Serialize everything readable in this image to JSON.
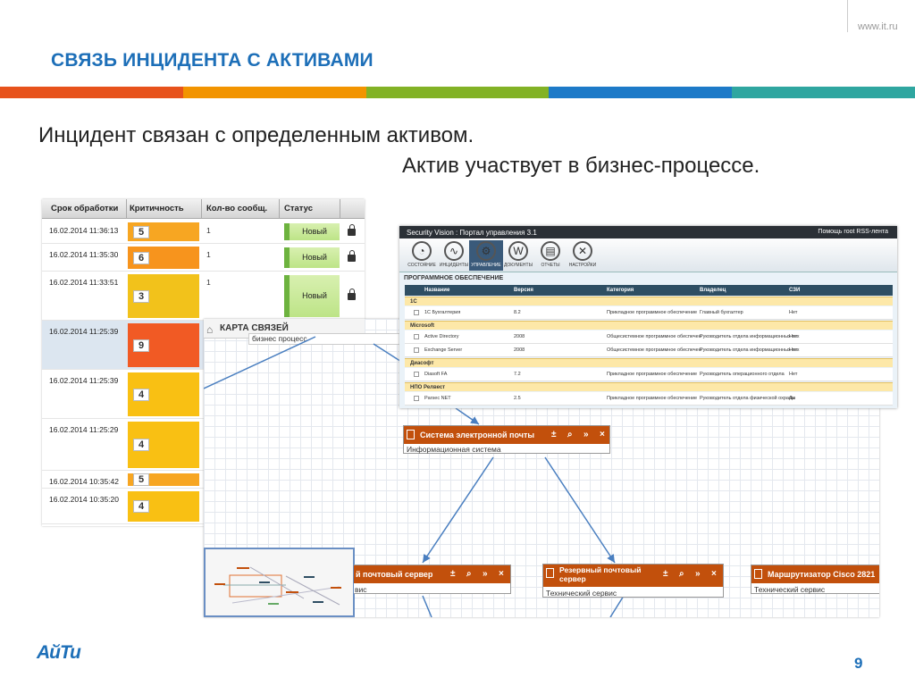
{
  "site": "www.it.ru",
  "title": "СВЯЗЬ ИНЦИДЕНТА С АКТИВАМИ",
  "stripe_colors": [
    "#e7521b",
    "#f29400",
    "#82b225",
    "#1d7ac8",
    "#2fa6a0"
  ],
  "line1": "Инцидент связан с определенным активом.",
  "line2": "Актив участвует в бизнес-процессе.",
  "incidents": {
    "headers": [
      "Срок обработки",
      "Критичность",
      "Кол-во сообщ.",
      "Статус"
    ],
    "rows": [
      {
        "date": "16.02.2014 11:36:13",
        "crit": "5",
        "count": "1",
        "status": "Новый",
        "color": "#f7a622",
        "h": 27
      },
      {
        "date": "16.02.2014 11:35:30",
        "crit": "6",
        "count": "1",
        "status": "Новый",
        "color": "#f7941d",
        "h": 31
      },
      {
        "date": "16.02.2014 11:33:51",
        "crit": "3",
        "count": "1",
        "status": "Новый",
        "color": "#f2c21b",
        "h": 55
      },
      {
        "date": "16.02.2014 11:25:39",
        "crit": "9",
        "count": "",
        "status": "",
        "color": "#f15a24",
        "h": 55,
        "sel": true
      },
      {
        "date": "16.02.2014 11:25:39",
        "crit": "4",
        "count": "",
        "status": "",
        "color": "#f9c013",
        "h": 55
      },
      {
        "date": "16.02.2014 11:25:29",
        "crit": "4",
        "count": "",
        "status": "",
        "color": "#f9c013",
        "h": 58
      },
      {
        "date": "16.02.2014 10:35:42",
        "crit": "5",
        "count": "",
        "status": "",
        "color": "#f7a622",
        "h": 20
      },
      {
        "date": "16.02.2014 10:35:20",
        "crit": "4",
        "count": "",
        "status": "",
        "color": "#f9c013",
        "h": 40
      }
    ]
  },
  "map": {
    "title": "КАРТА СВЯЗЕЙ",
    "fragment": "бизнес процесс"
  },
  "asset": {
    "app_title": "Security Vision : Портал управления 3.1",
    "top_right": "Помощь   root   RSS-лента",
    "tools": [
      "СОСТОЯНИЕ",
      "ИНЦИДЕНТЫ",
      "УПРАВЛЕНИЕ",
      "ДОКУМЕНТЫ",
      "ОТЧЕТЫ",
      "НАСТРОЙКИ"
    ],
    "section": "ПРОГРАММНОЕ ОБЕСПЕЧЕНИЕ",
    "columns": [
      "Название",
      "Версия",
      "Категория",
      "Владелец",
      "СЗИ"
    ],
    "groups": [
      {
        "name": "1С",
        "rows": [
          {
            "name": "1С Бухгалтерия",
            "version": "8.2",
            "category": "Прикладное программное обеспечение",
            "owner": "Главный бухгалтер",
            "szi": "Нет"
          }
        ]
      },
      {
        "name": "Microsoft",
        "rows": [
          {
            "name": "Active Directory",
            "version": "2008",
            "category": "Общесистемное программное обеспечен",
            "owner": "Руководитель отдела информационных тех",
            "szi": "Нет"
          },
          {
            "name": "Exchange Server",
            "version": "2008",
            "category": "Общесистемное программное обеспечен",
            "owner": "Руководитель отдела информационных тех",
            "szi": "Нет"
          }
        ]
      },
      {
        "name": "Диасофт",
        "rows": [
          {
            "name": "Diasoft FA",
            "version": "7.2",
            "category": "Прикладное программное обеспечение",
            "owner": "Руководитель операционного отдела",
            "szi": "Нет"
          }
        ]
      },
      {
        "name": "НПО Релвест",
        "rows": [
          {
            "name": "Parsec NET",
            "version": "2.5",
            "category": "Прикладное программное обеспечение",
            "owner": "Руководитель отдела физической охраны",
            "szi": "Да"
          }
        ]
      }
    ]
  },
  "nodes": {
    "mail": {
      "title": "Система электронной почты",
      "sub": "Информационная система"
    },
    "server": {
      "title": "й почтовый сервер",
      "sub": "вис"
    },
    "backup": {
      "title": "Резервный почтовый сервер",
      "sub": "Технический сервис"
    },
    "router": {
      "title": "Маршрутизатор Cisco 2821",
      "sub": "Технический сервис"
    }
  },
  "logo": "АйТи",
  "page_number": "9"
}
